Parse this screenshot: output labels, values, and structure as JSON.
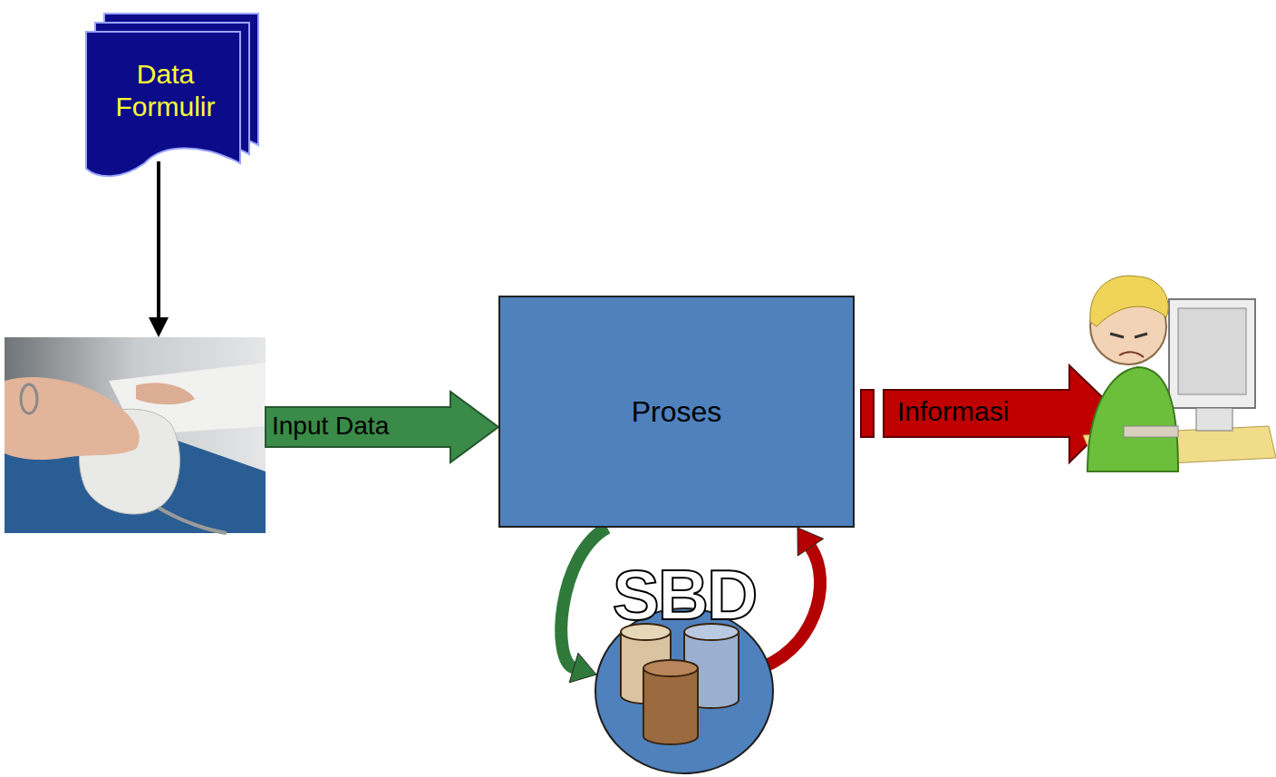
{
  "diagram": {
    "nodes": [
      {
        "text": [
          "Data Formulir"
        ]
      },
      {
        "text": [
          "Proses"
        ]
      },
      {
        "text": [
          "SBD"
        ]
      }
    ],
    "edges": [
      {
        "from": 1,
        "to": 2,
        "arrow": "to"
      },
      {
        "from": 2,
        "to": 1,
        "arrow": "to"
      }
    ],
    "labels": [
      "Input Data",
      "Informasi"
    ]
  }
}
